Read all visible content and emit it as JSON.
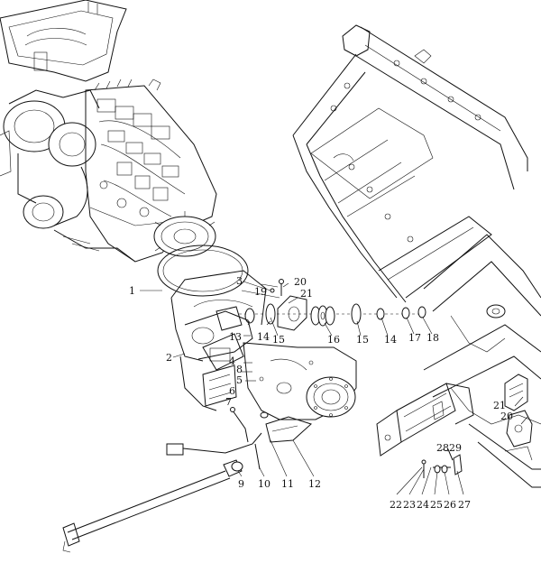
{
  "diagram": {
    "callouts": [
      {
        "id": "c1",
        "label": "1"
      },
      {
        "id": "c2",
        "label": "2"
      },
      {
        "id": "c3",
        "label": "3"
      },
      {
        "id": "c4",
        "label": "4"
      },
      {
        "id": "c5",
        "label": "5"
      },
      {
        "id": "c6",
        "label": "6"
      },
      {
        "id": "c7",
        "label": "7"
      },
      {
        "id": "c8",
        "label": "8"
      },
      {
        "id": "c9",
        "label": "9"
      },
      {
        "id": "c10",
        "label": "10"
      },
      {
        "id": "c11",
        "label": "11"
      },
      {
        "id": "c12",
        "label": "12"
      },
      {
        "id": "c13",
        "label": "13"
      },
      {
        "id": "c14",
        "label": "14"
      },
      {
        "id": "c14b",
        "label": "14"
      },
      {
        "id": "c15",
        "label": "15"
      },
      {
        "id": "c15b",
        "label": "15"
      },
      {
        "id": "c16",
        "label": "16"
      },
      {
        "id": "c17",
        "label": "17"
      },
      {
        "id": "c18",
        "label": "18"
      },
      {
        "id": "c19",
        "label": "19"
      },
      {
        "id": "c20",
        "label": "20"
      },
      {
        "id": "c20b",
        "label": "20"
      },
      {
        "id": "c21",
        "label": "21"
      },
      {
        "id": "c21b",
        "label": "21"
      },
      {
        "id": "c22",
        "label": "22"
      },
      {
        "id": "c23",
        "label": "23"
      },
      {
        "id": "c24",
        "label": "24"
      },
      {
        "id": "c25",
        "label": "25"
      },
      {
        "id": "c26",
        "label": "26"
      },
      {
        "id": "c27",
        "label": "27"
      },
      {
        "id": "c28",
        "label": "28"
      },
      {
        "id": "c29",
        "label": "29"
      }
    ]
  }
}
